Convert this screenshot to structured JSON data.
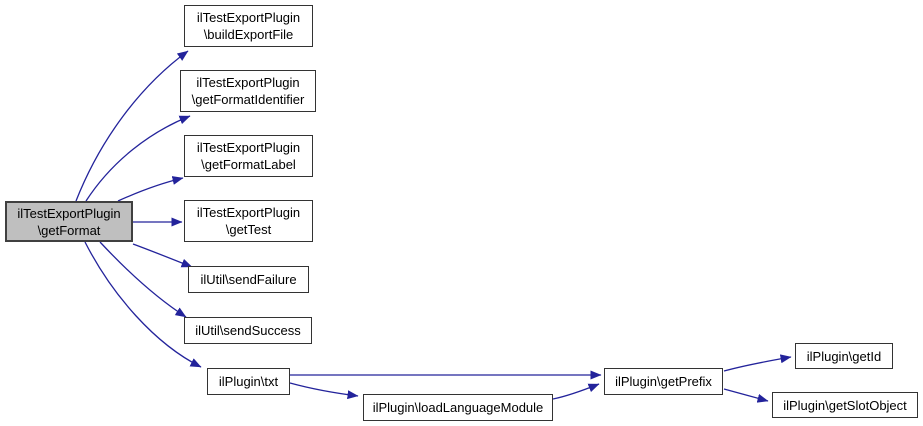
{
  "diagram": {
    "kind": "call-graph",
    "colors": {
      "background": "#ffffff",
      "edge": "#23239b",
      "node_fill": "#ffffff",
      "node_border": "#333333",
      "hub_fill": "#bfbfbf",
      "hub_border": "#404040",
      "text": "#000000"
    },
    "nodes": [
      {
        "id": "getFormat",
        "lines": [
          "ilTestExportPlugin",
          "\\getFormat"
        ],
        "highlighted": true
      },
      {
        "id": "buildExportFile",
        "lines": [
          "ilTestExportPlugin",
          "\\buildExportFile"
        ],
        "highlighted": false
      },
      {
        "id": "getFormatIdentifier",
        "lines": [
          "ilTestExportPlugin",
          "\\getFormatIdentifier"
        ],
        "highlighted": false
      },
      {
        "id": "getFormatLabel",
        "lines": [
          "ilTestExportPlugin",
          "\\getFormatLabel"
        ],
        "highlighted": false
      },
      {
        "id": "getTest",
        "lines": [
          "ilTestExportPlugin",
          "\\getTest"
        ],
        "highlighted": false
      },
      {
        "id": "sendFailure",
        "lines": [
          "ilUtil\\sendFailure"
        ],
        "highlighted": false
      },
      {
        "id": "sendSuccess",
        "lines": [
          "ilUtil\\sendSuccess"
        ],
        "highlighted": false
      },
      {
        "id": "txt",
        "lines": [
          "ilPlugin\\txt"
        ],
        "highlighted": false
      },
      {
        "id": "loadLanguageModule",
        "lines": [
          "ilPlugin\\loadLanguageModule"
        ],
        "highlighted": false
      },
      {
        "id": "getPrefix",
        "lines": [
          "ilPlugin\\getPrefix"
        ],
        "highlighted": false
      },
      {
        "id": "getId",
        "lines": [
          "ilPlugin\\getId"
        ],
        "highlighted": false
      },
      {
        "id": "getSlotObject",
        "lines": [
          "ilPlugin\\getSlotObject"
        ],
        "highlighted": false
      }
    ],
    "edges": [
      {
        "from": "getFormat",
        "to": "buildExportFile"
      },
      {
        "from": "getFormat",
        "to": "getFormatIdentifier"
      },
      {
        "from": "getFormat",
        "to": "getFormatLabel"
      },
      {
        "from": "getFormat",
        "to": "getTest"
      },
      {
        "from": "getFormat",
        "to": "sendFailure"
      },
      {
        "from": "getFormat",
        "to": "sendSuccess"
      },
      {
        "from": "getFormat",
        "to": "txt"
      },
      {
        "from": "txt",
        "to": "getPrefix"
      },
      {
        "from": "txt",
        "to": "loadLanguageModule"
      },
      {
        "from": "loadLanguageModule",
        "to": "getPrefix"
      },
      {
        "from": "getPrefix",
        "to": "getId"
      },
      {
        "from": "getPrefix",
        "to": "getSlotObject"
      }
    ]
  }
}
